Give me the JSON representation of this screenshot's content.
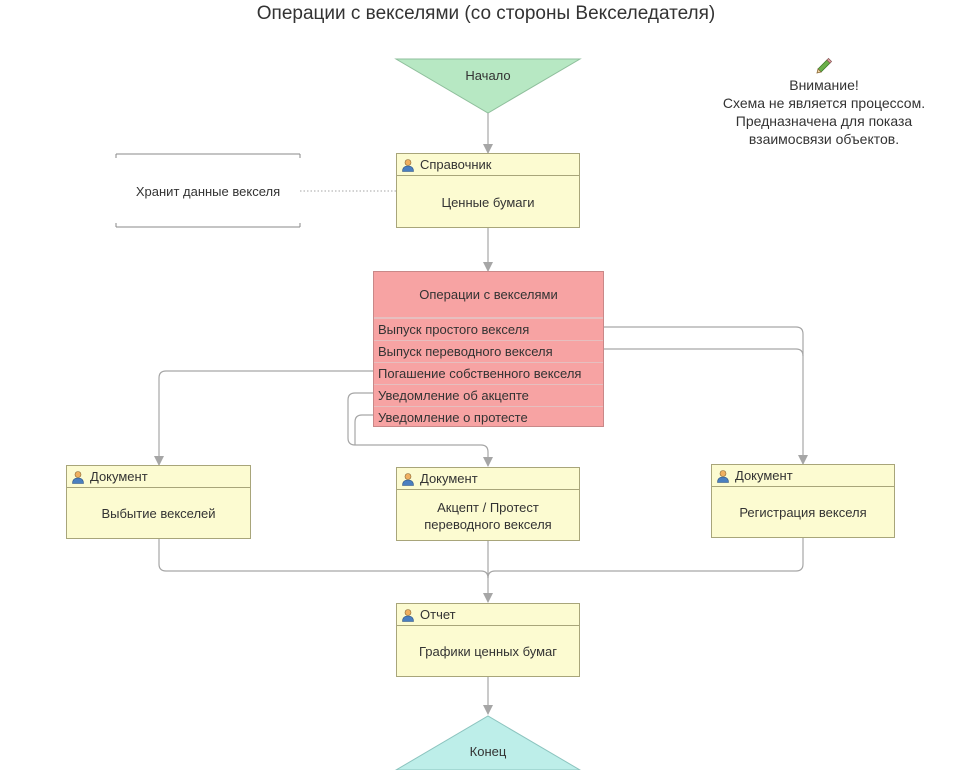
{
  "title": "Операции с векселями (со стороны Векселедателя)",
  "start": {
    "label": "Начало",
    "color": "#b7e8c3"
  },
  "end": {
    "label": "Конец",
    "color": "#bdeee9"
  },
  "note": {
    "text": "Хранит данные векселя"
  },
  "warning": {
    "icon": "pencil-icon",
    "lines": [
      "Внимание!",
      "Схема не является процессом.",
      "Предназначена для показа",
      "взаимосвязи объектов."
    ]
  },
  "catalog": {
    "type": "Справочник",
    "name": "Ценные бумаги"
  },
  "operations": {
    "title": "Операции с векселями",
    "color": "#f7a3a3",
    "items": [
      "Выпуск простого векселя",
      "Выпуск переводного векселя",
      "Погашение собственного векселя",
      "Уведомление об акцепте",
      "Уведомление о протесте"
    ]
  },
  "docs": [
    {
      "type": "Документ",
      "name": "Выбытие векселей"
    },
    {
      "type": "Документ",
      "name": "Акцепт / Протест переводного векселя"
    },
    {
      "type": "Документ",
      "name": "Регистрация векселя"
    }
  ],
  "report": {
    "type": "Отчет",
    "name": "Графики ценных бумаг"
  },
  "box_color": "#fcfbd1",
  "line_color": "#a6a6a6"
}
